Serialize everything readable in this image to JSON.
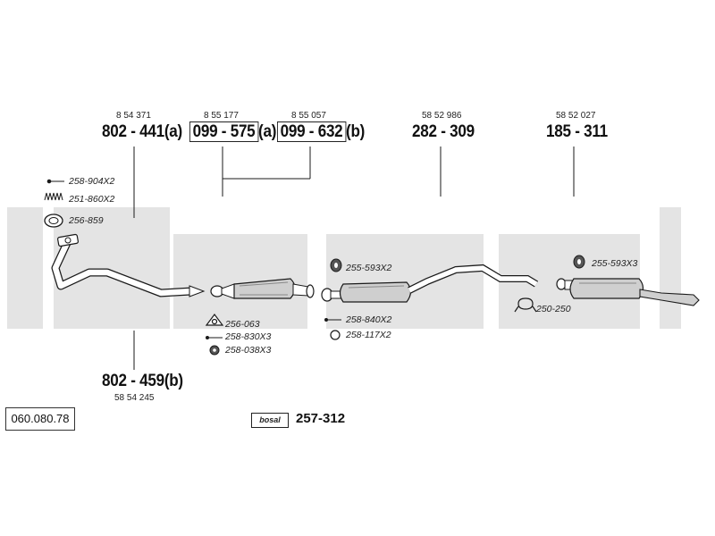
{
  "colors": {
    "watermark": "#e4e4e4",
    "line": "#1a1a1a",
    "part_fill": "#cfcfcf"
  },
  "watermark_text": "bosal",
  "parts": {
    "p1": {
      "ref": "8 54 371",
      "number": "802 - 441",
      "suffix": "(a)"
    },
    "p2": {
      "ref": "8 55 177",
      "number": "099 - 575",
      "suffix": "(a)"
    },
    "p3": {
      "ref": "8 55 057",
      "number": "099 - 632",
      "suffix": "(b)"
    },
    "p4": {
      "ref": "58 52 986",
      "number": "282 - 309",
      "suffix": ""
    },
    "p5": {
      "ref": "58 52 027",
      "number": "185 - 311",
      "suffix": ""
    },
    "p6": {
      "ref": "58 54 245",
      "number": "802 - 459",
      "suffix": "(b)"
    }
  },
  "accessories": {
    "a1": "258-904X2",
    "a2": "251-860X2",
    "a3": "256-859",
    "a4": "255-593X2",
    "a5": "255-593X3",
    "a6": "250-250",
    "a7": "256-063",
    "a8": "258-830X3",
    "a9": "258-038X3",
    "a10": "258-840X2",
    "a11": "258-117X2"
  },
  "catalog_number": "060.080.78",
  "logo_text": "bosal",
  "kit_number": "257-312"
}
